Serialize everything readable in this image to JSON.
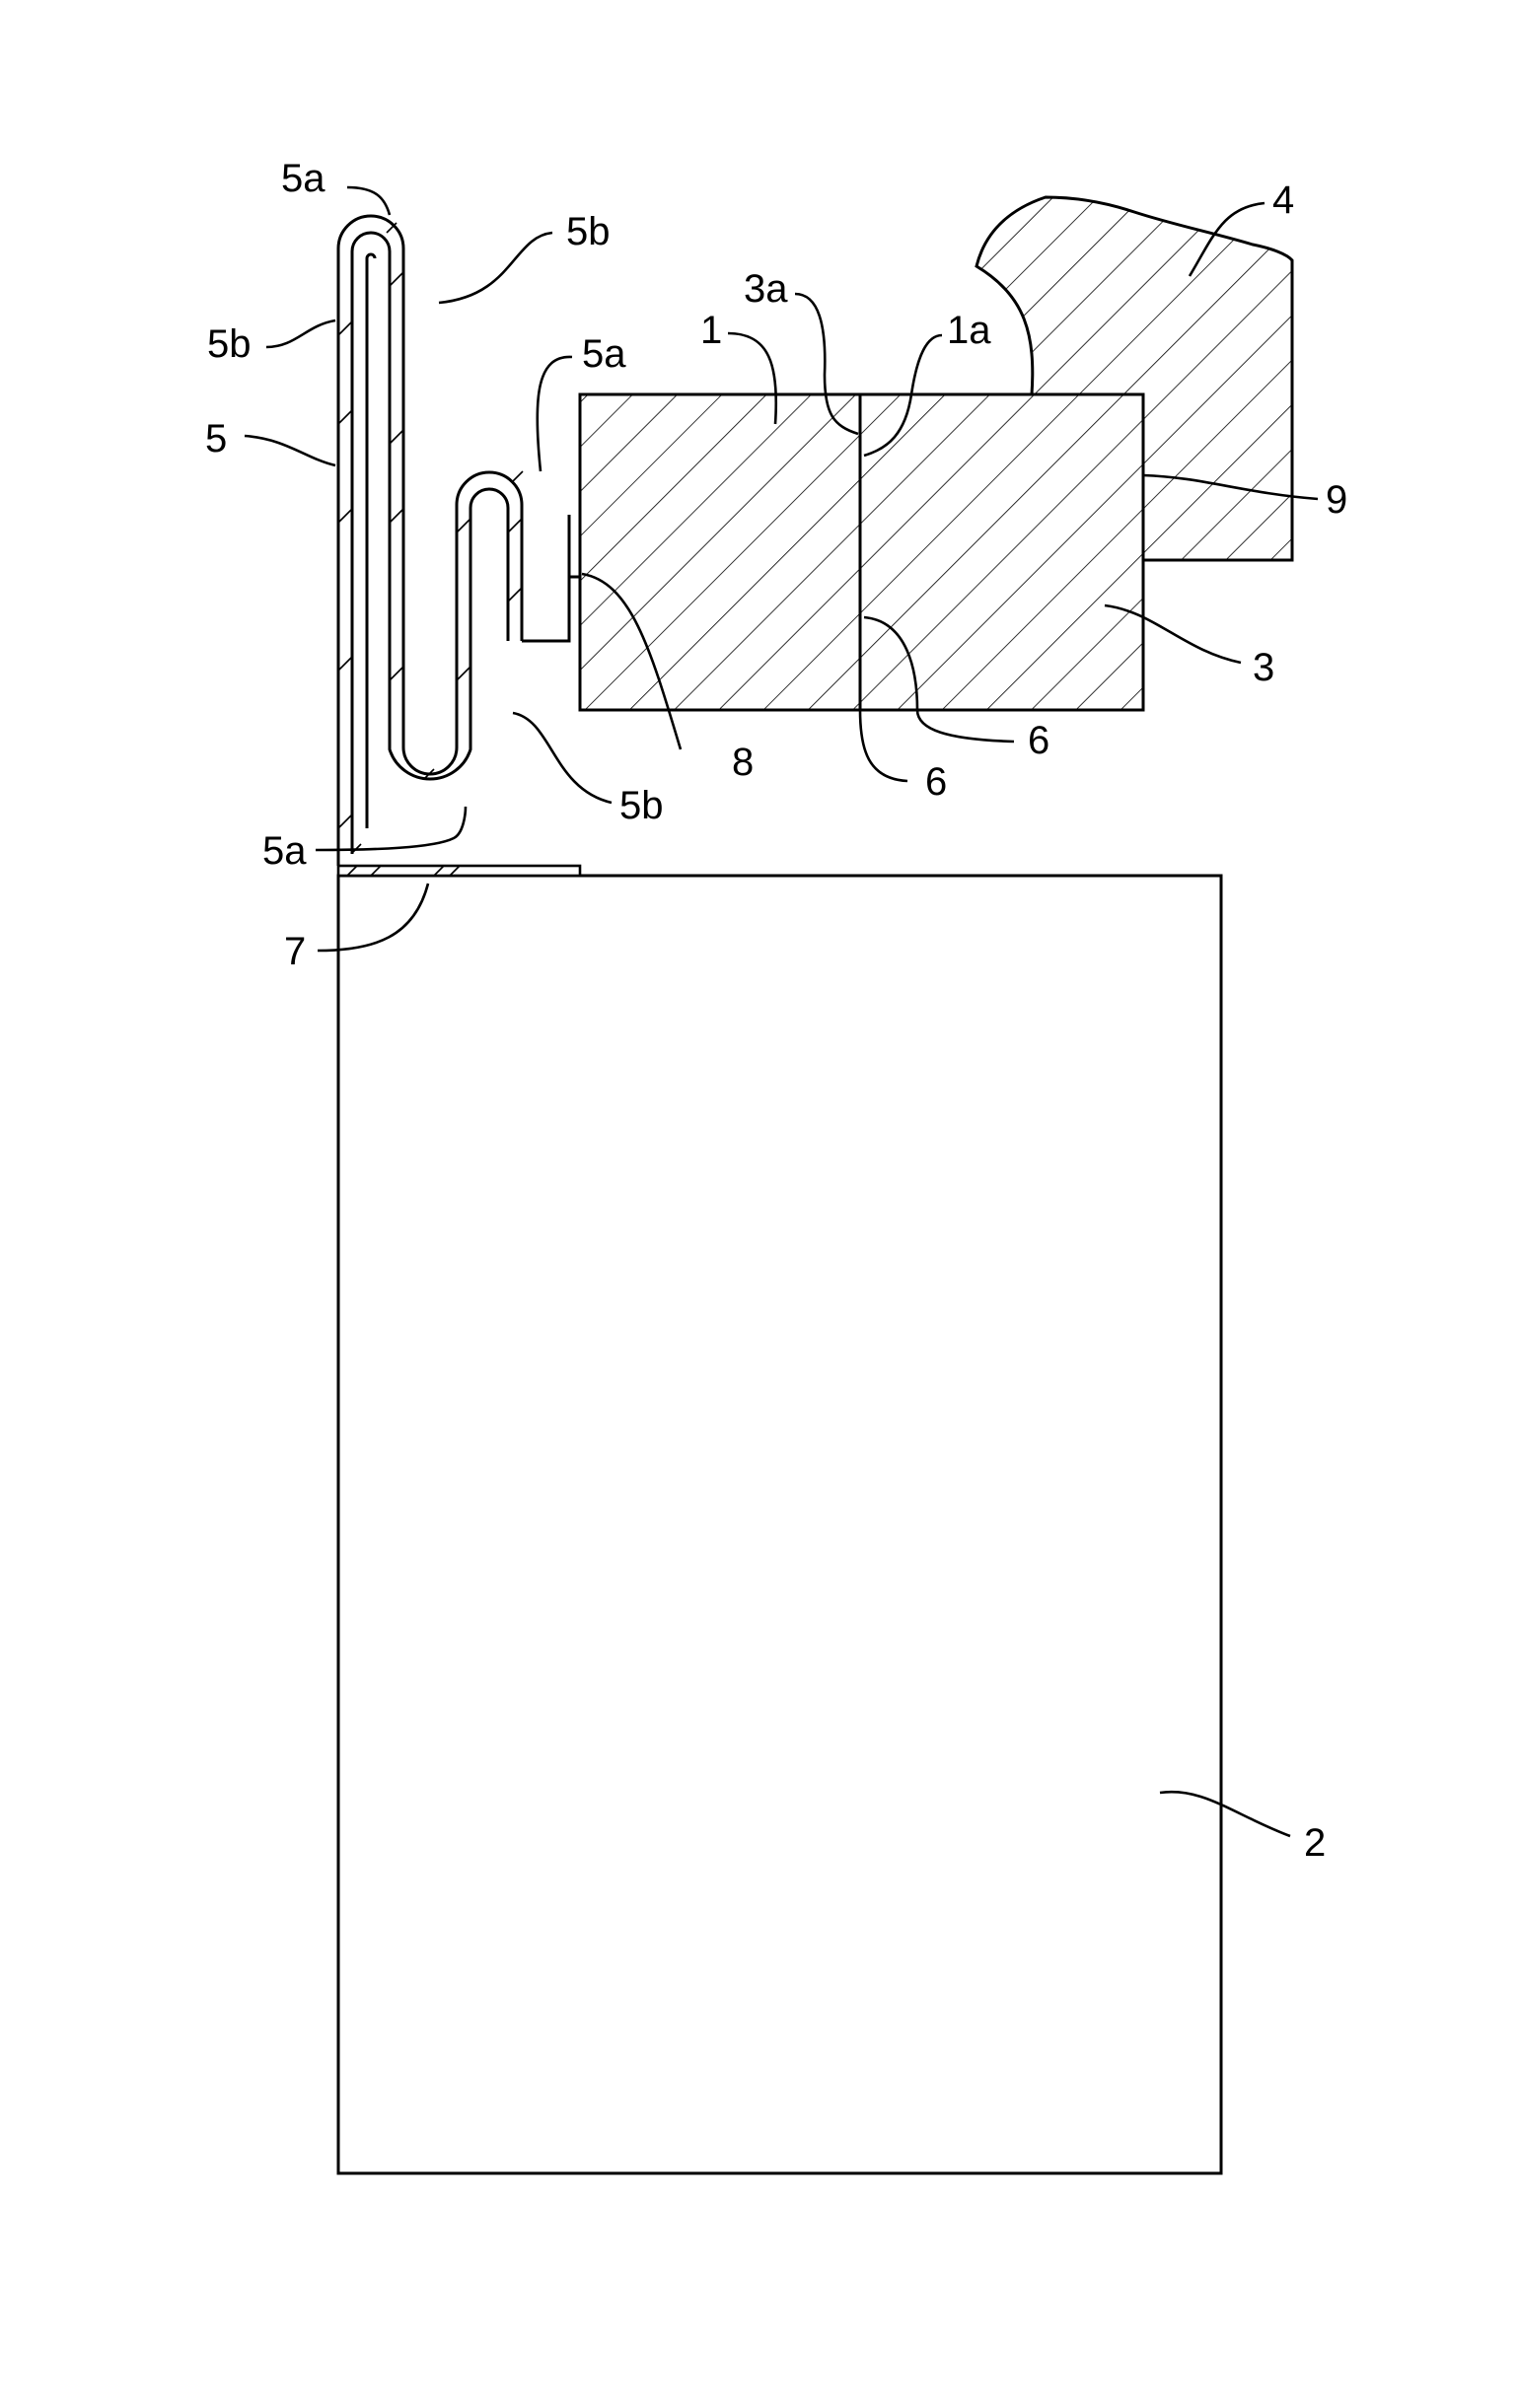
{
  "figure": {
    "labels": {
      "l_5a_top": "5a",
      "l_5b_top_right": "5b",
      "l_5b_left": "5b",
      "l_5": "5",
      "l_5a_mid": "5a",
      "l_3a": "3a",
      "l_1": "1",
      "l_1a": "1a",
      "l_4": "4",
      "l_9": "9",
      "l_3": "3",
      "l_8": "8",
      "l_6_right": "6",
      "l_6_bottom": "6",
      "l_5b_bottom": "5b",
      "l_5a_bottom": "5a",
      "l_7": "7",
      "l_2": "2"
    }
  }
}
